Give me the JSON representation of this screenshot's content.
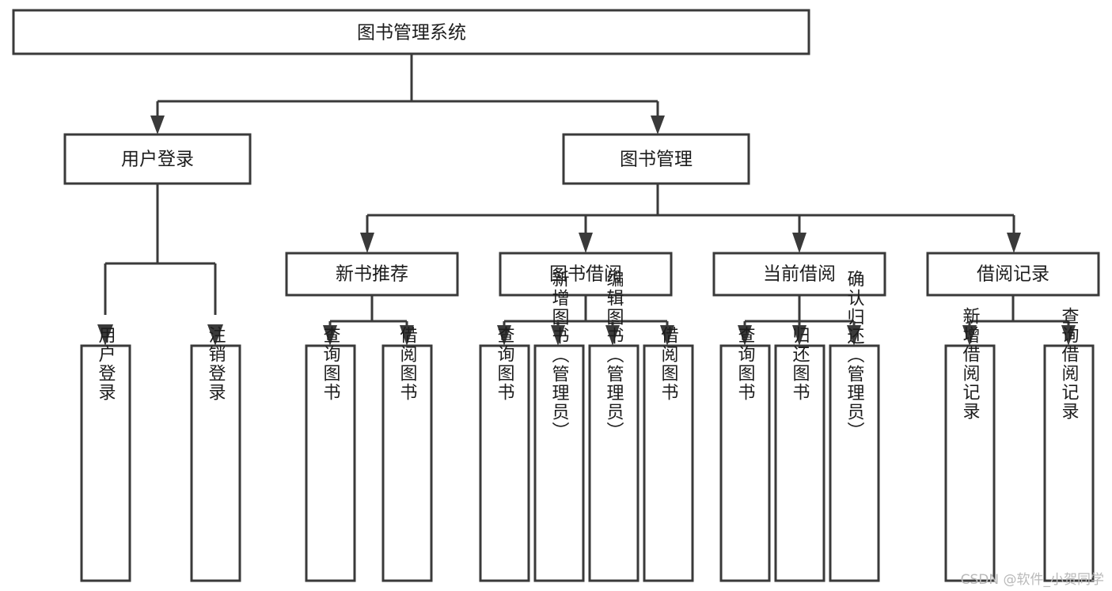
{
  "diagram": {
    "title_text": "图书管理系统",
    "watermark": "CSDN @软件_小贺同学",
    "colors": {
      "stroke": "#3a3a3a",
      "box_fill": "#ffffff",
      "text": "#1c1c1c",
      "watermark": "#b9b9b9",
      "background": "#ffffff"
    },
    "root": {
      "label": "图书管理系统"
    },
    "level2": [
      {
        "label": "用户登录"
      },
      {
        "label": "图书管理"
      }
    ],
    "level3": [
      {
        "label": "新书推荐"
      },
      {
        "label": "图书借阅"
      },
      {
        "label": "当前借阅"
      },
      {
        "label": "借阅记录"
      }
    ],
    "leaves": {
      "user_login": [
        {
          "label": "用户登录"
        },
        {
          "label": "注销登录"
        }
      ],
      "new_book_recommend": [
        {
          "label": "查询图书"
        },
        {
          "label": "借阅图书"
        }
      ],
      "book_borrow": [
        {
          "label": "查询图书"
        },
        {
          "label": "新增图书（管理员）"
        },
        {
          "label": "编辑图书（管理员）"
        },
        {
          "label": "借阅图书"
        }
      ],
      "current_borrow": [
        {
          "label": "查询图书"
        },
        {
          "label": "归还图书"
        },
        {
          "label": "确认归还（管理员）"
        }
      ],
      "borrow_record": [
        {
          "label": "新增借阅记录"
        },
        {
          "label": "查询借阅记录"
        }
      ]
    }
  }
}
